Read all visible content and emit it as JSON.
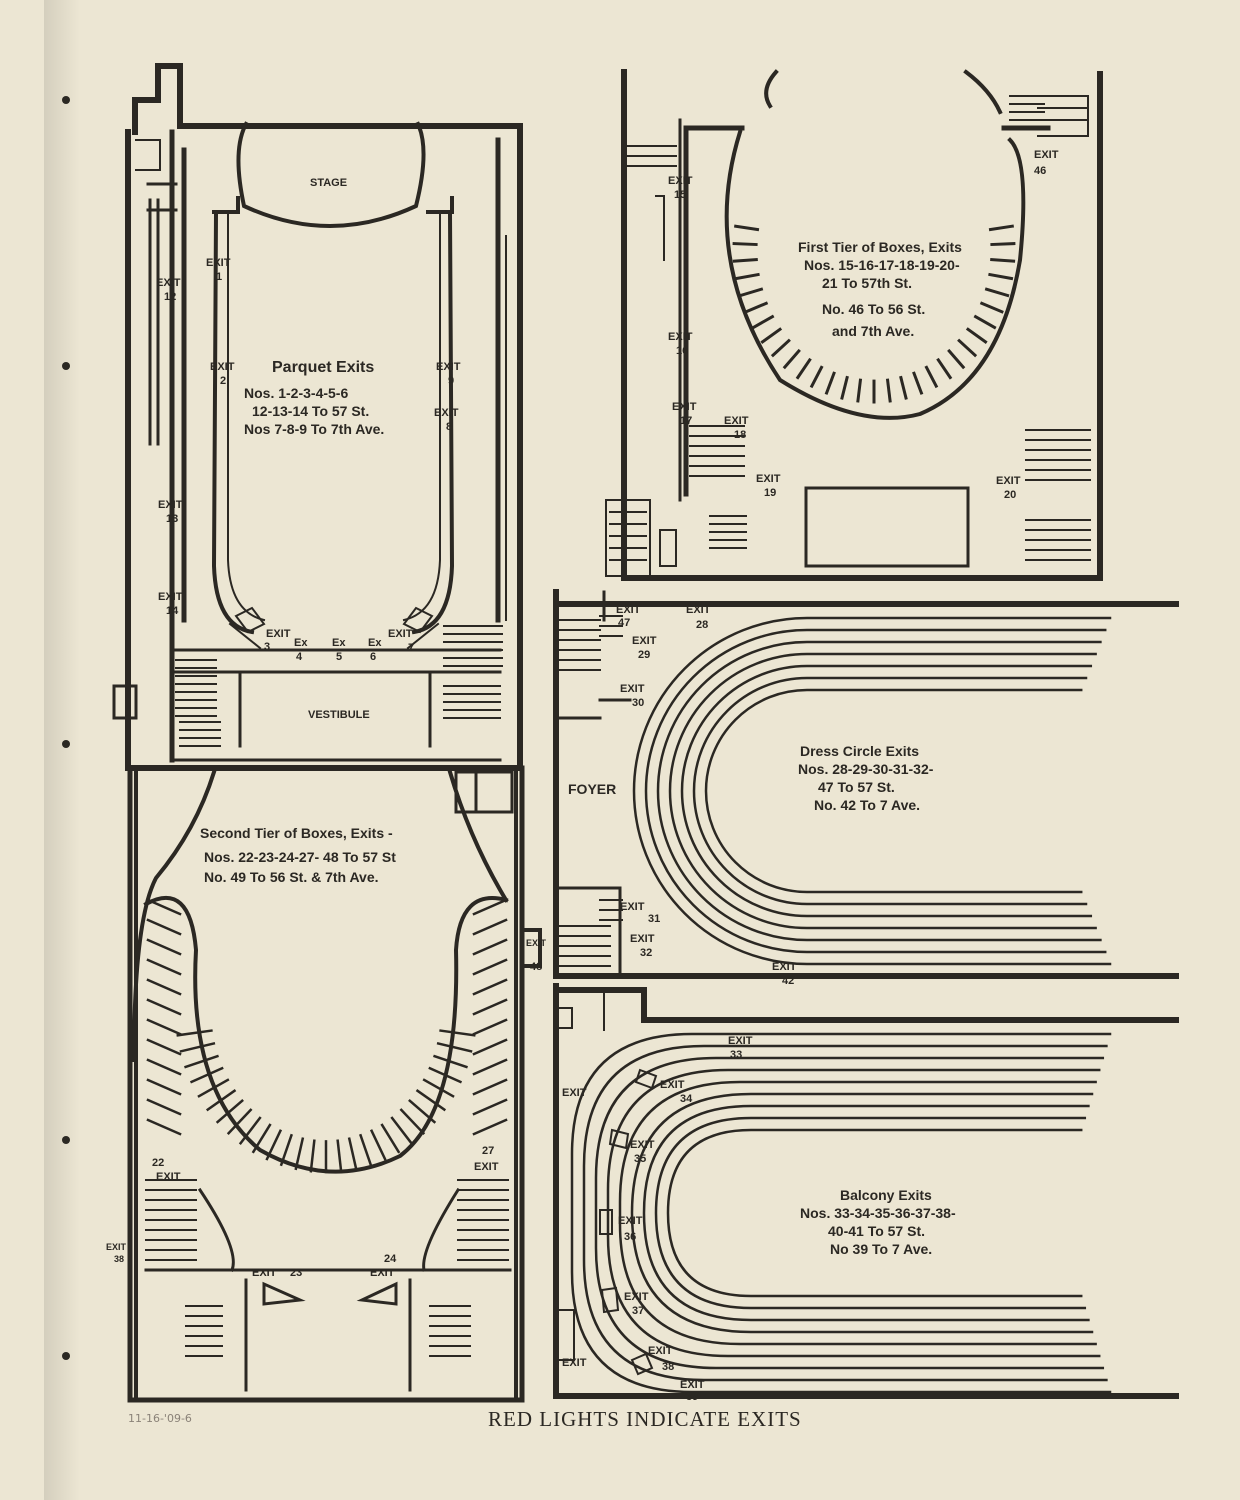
{
  "caption": "RED LIGHTS INDICATE EXITS",
  "pencil_note": "11-16-'09-6",
  "parquet": {
    "stage": "STAGE",
    "vestibule": "VESTIBULE",
    "notes": [
      "Parquet Exits",
      "Nos. 1-2-3-4-5-6",
      "12-13-14 To 57 St.",
      "Nos 7-8-9 To 7th Ave."
    ],
    "exit_word": "EXIT",
    "ex_word": "Ex",
    "exits": {
      "e1": "1",
      "e2": "2",
      "e3": "3",
      "e4": "4",
      "e5": "5",
      "e6": "6",
      "e7": "7",
      "e8": "8",
      "e9": "9",
      "e12": "12",
      "e13": "13",
      "e14": "14"
    }
  },
  "first_tier": {
    "notes": [
      "First Tier of Boxes, Exits",
      "Nos. 15-16-17-18-19-20-",
      "21 To 57th St.",
      "No. 46 To 56 St.",
      "and 7th Ave."
    ],
    "exit_word": "EXIT",
    "exits": {
      "e15": "15",
      "e16": "16",
      "e17": "17",
      "e18": "18",
      "e19": "19",
      "e20": "20",
      "e46": "46"
    }
  },
  "dress_circle": {
    "foyer": "FOYER",
    "notes": [
      "Dress Circle Exits",
      "Nos. 28-29-30-31-32-",
      "47 To 57 St.",
      "No. 42 To 7 Ave."
    ],
    "exit_word": "EXIT",
    "exits": {
      "e28": "28",
      "e29": "29",
      "e30": "30",
      "e31": "31",
      "e32": "32",
      "e42": "42",
      "e47": "47"
    }
  },
  "second_tier": {
    "notes": [
      "Second Tier of Boxes, Exits -",
      "Nos. 22-23-24-27- 48 To 57 St",
      "No. 49 To 56 St. & 7th Ave."
    ],
    "exit_word": "EXIT",
    "exits": {
      "e22": "22",
      "e23": "23",
      "e24": "24",
      "e27": "27",
      "e38": "38",
      "e48": "48"
    }
  },
  "balcony": {
    "notes": [
      "Balcony Exits",
      "Nos. 33-34-35-36-37-38-",
      "40-41 To 57 St.",
      "No 39 To 7 Ave."
    ],
    "exit_word": "EXIT",
    "exits": {
      "e33": "33",
      "e34": "34",
      "e35": "35",
      "e36": "36",
      "e37": "37",
      "e38": "38",
      "e39": "39"
    }
  }
}
